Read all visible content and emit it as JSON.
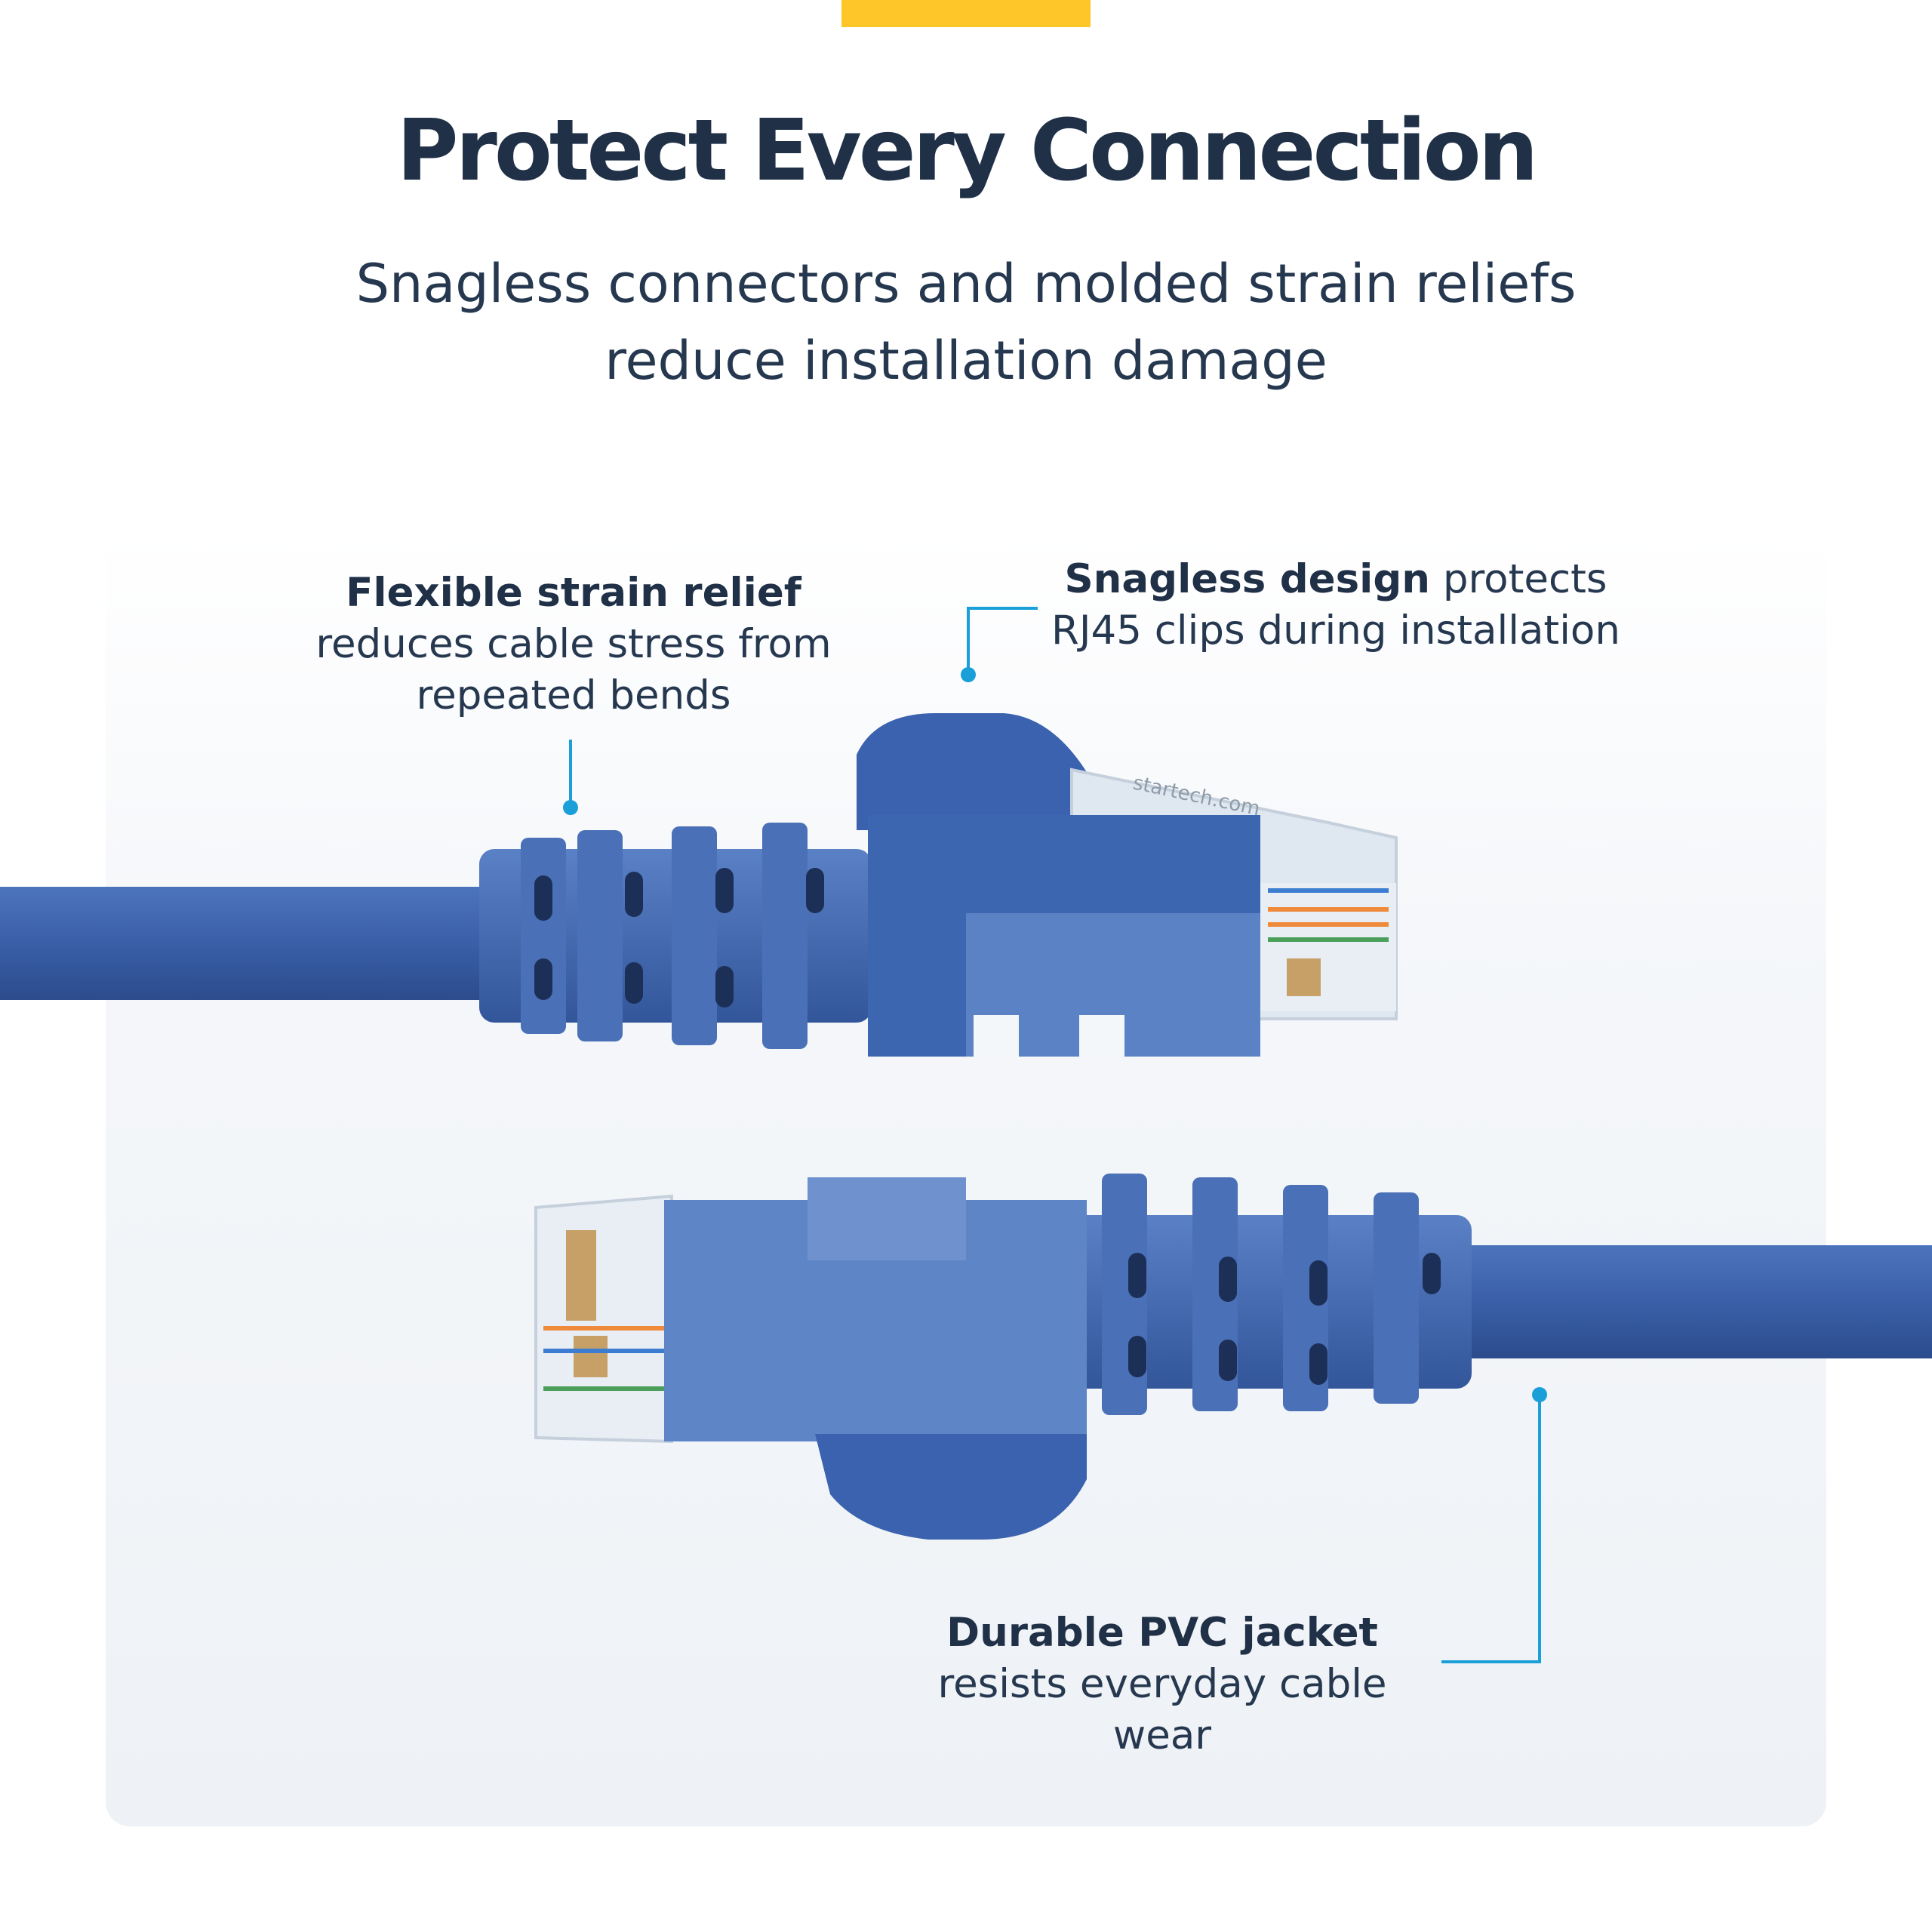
{
  "header": {
    "title": "Protect Every Connection",
    "subtitle": "Snagless connectors and molded strain reliefs reduce installation damage"
  },
  "callouts": [
    {
      "bold": "Flexible strain relief",
      "text": "reduces cable stress from repeated bends"
    },
    {
      "bold": "Snagless design",
      "text": "protects RJ45 clips during installation"
    },
    {
      "bold": "Durable PVC jacket",
      "text": "resists everyday cable wear"
    }
  ],
  "product": {
    "connector_imprint": "startech.com",
    "cable_color": "#3a5fa8",
    "accent_color": "#ffc629",
    "leader_color": "#1a9fd8"
  }
}
